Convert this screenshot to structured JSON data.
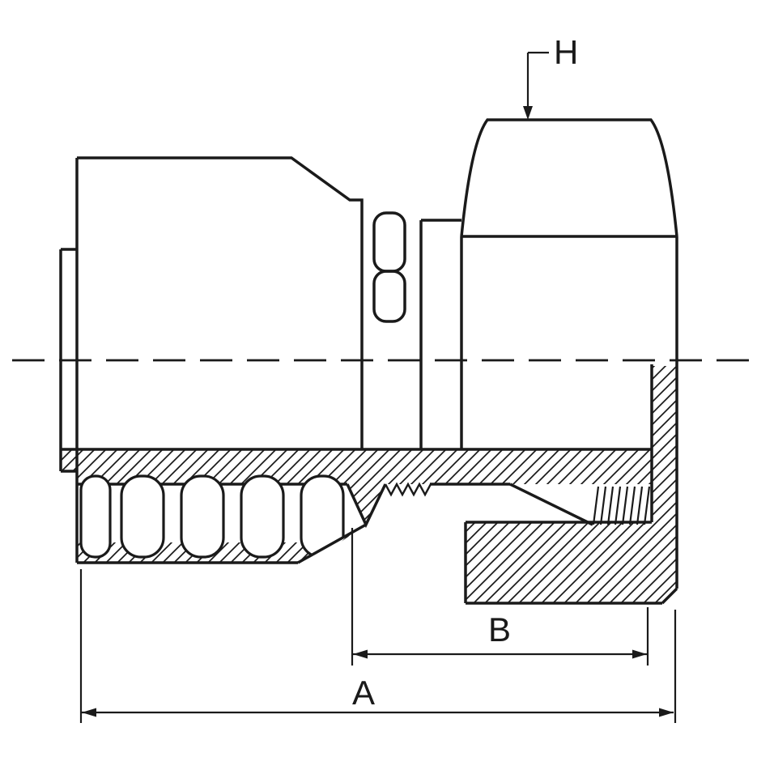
{
  "drawing": {
    "background_color": "#ffffff",
    "line_color": "#1a1a1a",
    "dimension_labels": {
      "h": "H",
      "b": "B",
      "a": "A"
    }
  }
}
